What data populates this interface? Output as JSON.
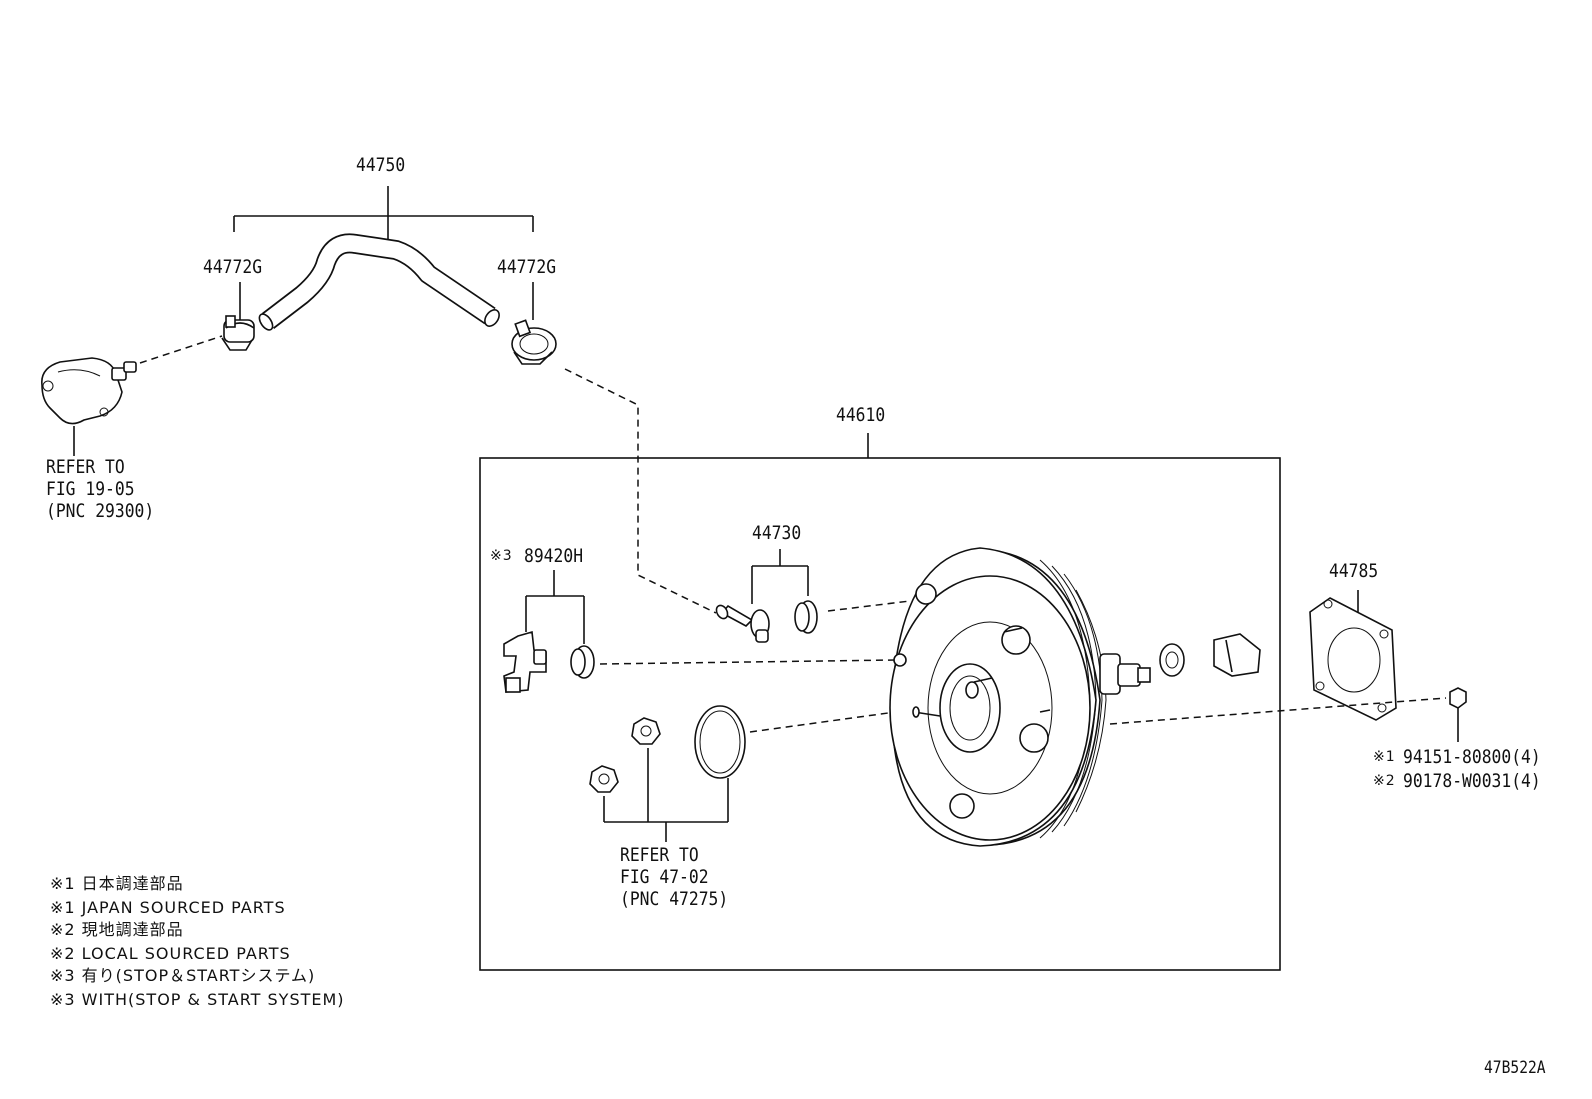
{
  "callouts": {
    "hose_assy": "44750",
    "clip_left": "44772G",
    "clip_right": "44772G",
    "booster_assy": "44610",
    "check_valve": "44730",
    "sensor": "89420H",
    "sensor_mark": "※3",
    "gasket": "44785",
    "nut1_mark": "※1",
    "nut1": "94151-80800(4)",
    "nut2_mark": "※2",
    "nut2": "90178-W0031(4)"
  },
  "references": {
    "pump": [
      "REFER TO",
      "FIG 19-05",
      "(PNC 29300)"
    ],
    "master_cyl": [
      "REFER TO",
      "FIG 47-02",
      "(PNC 47275)"
    ]
  },
  "notes": [
    "※1 日本調達部品",
    "※1 JAPAN SOURCED PARTS",
    "※2 現地調達部品",
    "※2 LOCAL SOURCED PARTS",
    "※3 有り(STOP＆STARTシステム)",
    "※3 WITH(STOP & START SYSTEM)"
  ],
  "figure_id": "47B522A"
}
